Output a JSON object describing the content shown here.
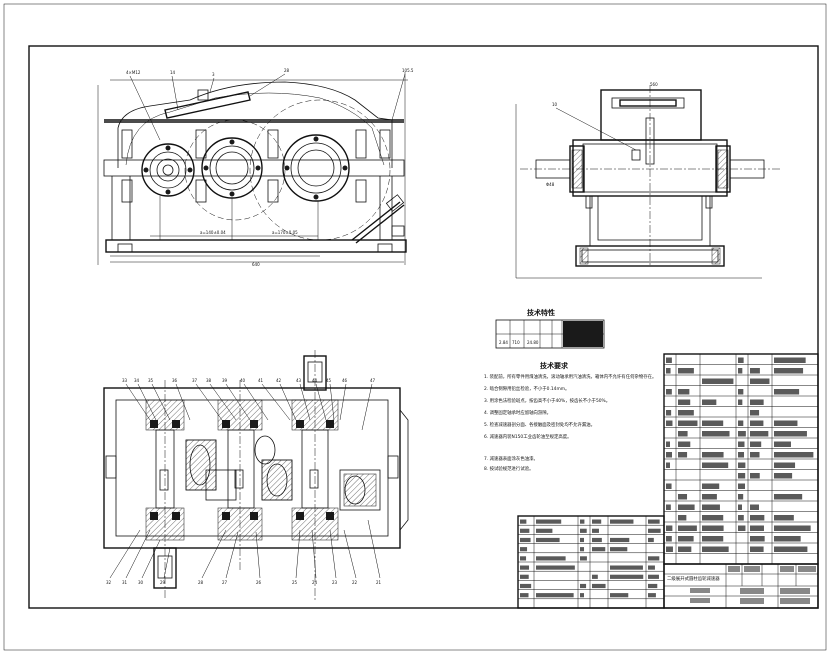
{
  "drawing": {
    "tech_params_title": "技术特性",
    "tech_requirements_title": "技术要求",
    "tech_requirements": [
      "1. 装配前，所有零件用煤油清洗，滚动轴承用汽油清洗，箱体内不允许有任何杂物存在。",
      "2. 啮合侧隙用铅丝检验，不小于0.14mm。",
      "3. 用涂色法检验斑点，按齿高不小于40%，按齿长不小于50%。",
      "4. 调整固定轴承时应留轴向游隙。",
      "5. 检查减速器剖分面、各接触面及密封处均不允许漏油。",
      "6. 减速器内装N150工业齿轮油至规定高度。",
      "7. 减速器表面涂灰色油漆。",
      "8. 按试验规范进行试验。"
    ],
    "title_block_text": "二级展开式圆柱齿轮减速器"
  }
}
